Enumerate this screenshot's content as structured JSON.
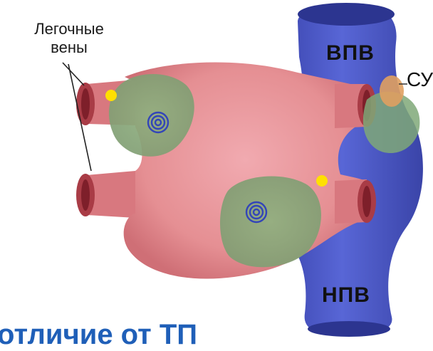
{
  "labels": {
    "pulmonary_veins_line1": "Легочные",
    "pulmonary_veins_line2": "вены",
    "svc": "ВПВ",
    "ivc": "НПВ",
    "sinus_node": "СУ"
  },
  "caption": "отличие от ТП",
  "colors": {
    "atrium": "#e58f93",
    "vena_cava": "#4b58c4",
    "zone": "#88a978",
    "focus_spiral": "#3345b8",
    "trigger_dot": "#ffe000",
    "sinus_node": "#e0a060",
    "caption": "#1f5fb8"
  },
  "icons": [
    "reentry-spiral-icon",
    "trigger-dot-icon"
  ]
}
